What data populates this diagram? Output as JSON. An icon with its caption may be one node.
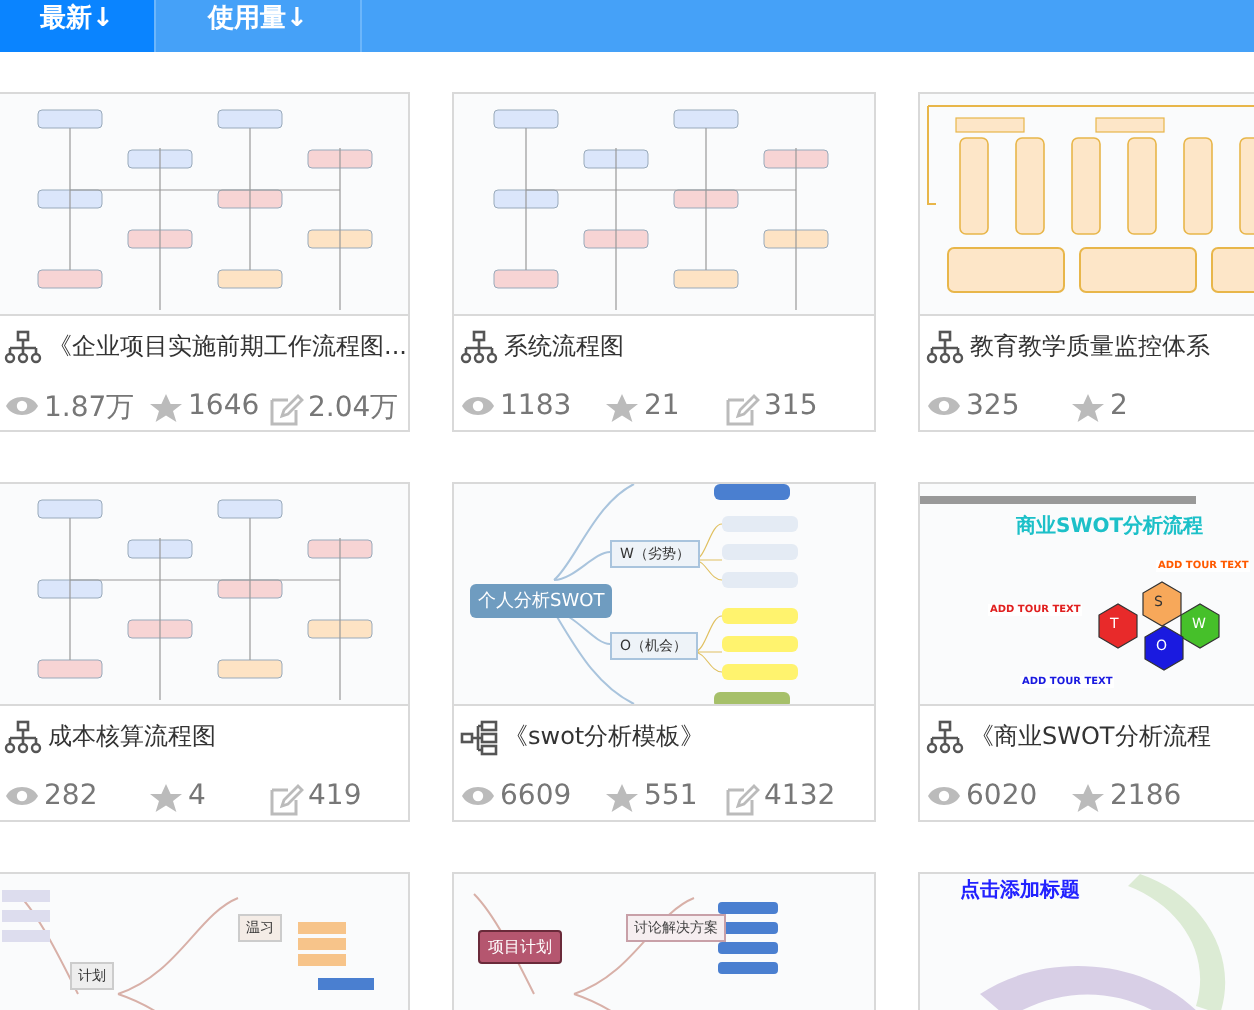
{
  "diagram": {
    "nodes": [
      {
        "text": [
          "《企业项目实施前期工作流程图...",
          "1.87万",
          "1646",
          "2.04万"
        ]
      },
      {
        "text": [
          "系统流程图",
          "1183",
          "21",
          "315"
        ]
      },
      {
        "text": [
          "教育教学质量监控体系",
          "325",
          "2"
        ]
      },
      {
        "text": [
          "成本核算流程图",
          "282",
          "4",
          "419"
        ]
      },
      {
        "text": [
          "《swot分析模板》",
          "6609",
          "551",
          "4132"
        ]
      },
      {
        "text": [
          "《商业SWOT分析流程",
          "6020",
          "2186"
        ]
      },
      {
        "text": [],
        "shape": "box"
      },
      {
        "text": [],
        "shape": "box"
      },
      {
        "text": [],
        "shape": "box"
      }
    ],
    "labels": [
      "最新↓",
      "使用量↓",
      "个人分析SWOT",
      "W（劣势）",
      "O（机会）",
      "商业SWOT分析流程",
      "S",
      "W",
      "T",
      "O",
      "项目计划",
      "讨论解决方案",
      "点击添加标题",
      "温习",
      "计划",
      "ADD TOUR TEXT",
      "ADD TOUR TEXT",
      "ADD TOUR TEXT"
    ]
  }
}
